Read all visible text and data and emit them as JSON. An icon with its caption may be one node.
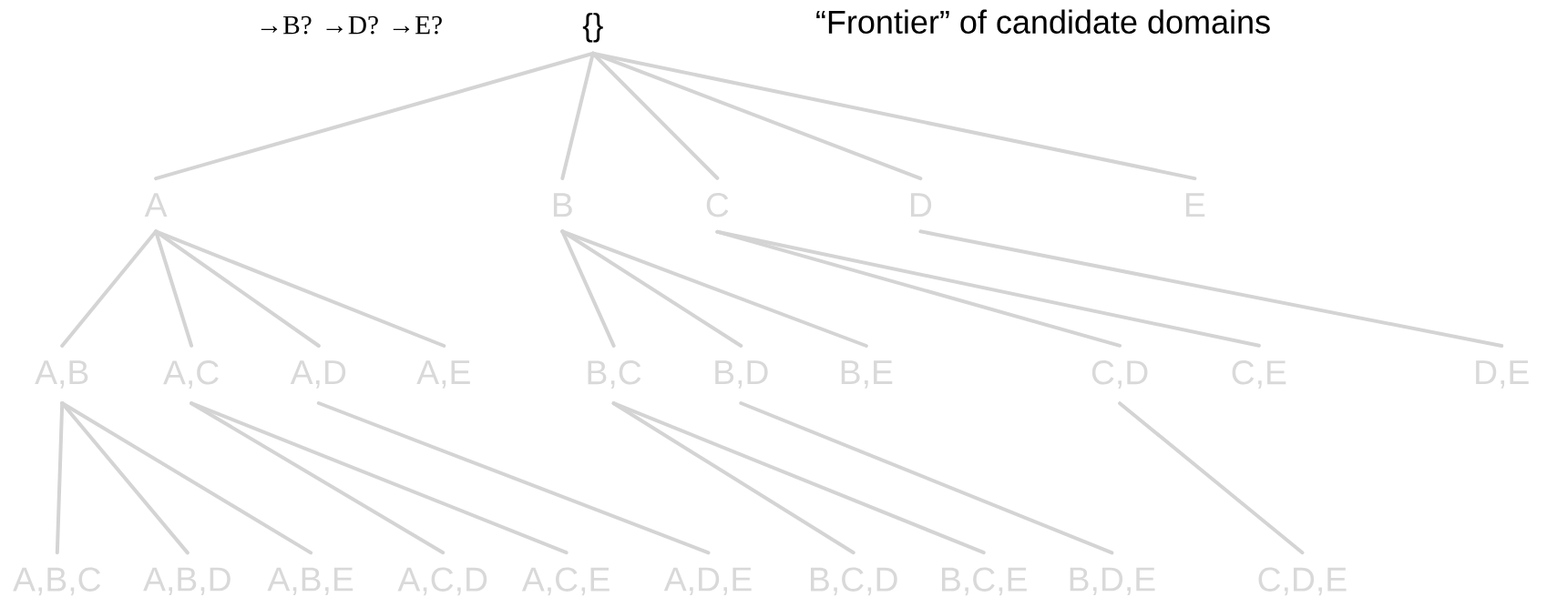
{
  "diagram": {
    "nodes": [
      {
        "text": [
          "{}"
        ]
      },
      {
        "text": [
          "A"
        ]
      },
      {
        "text": [
          "B"
        ]
      },
      {
        "text": [
          "C"
        ]
      },
      {
        "text": [
          "D"
        ]
      },
      {
        "text": [
          "E"
        ]
      },
      {
        "text": [
          "A,B"
        ]
      },
      {
        "text": [
          "A,C"
        ]
      },
      {
        "text": [
          "A,D"
        ]
      },
      {
        "text": [
          "A,E"
        ]
      },
      {
        "text": [
          "B,C"
        ]
      },
      {
        "text": [
          "B,D"
        ]
      },
      {
        "text": [
          "B,E"
        ]
      },
      {
        "text": [
          "C,D"
        ]
      },
      {
        "text": [
          "C,E"
        ]
      },
      {
        "text": [
          "D,E"
        ]
      },
      {
        "text": [
          "A,B,C"
        ]
      },
      {
        "text": [
          "A,B,D"
        ]
      },
      {
        "text": [
          "A,B,E"
        ]
      },
      {
        "text": [
          "A,C,D"
        ]
      },
      {
        "text": [
          "A,C,E"
        ]
      },
      {
        "text": [
          "A,D,E"
        ]
      },
      {
        "text": [
          "B,C,D"
        ]
      },
      {
        "text": [
          "B,C,E"
        ]
      },
      {
        "text": [
          "B,D,E"
        ]
      },
      {
        "text": [
          "C,D,E"
        ]
      }
    ],
    "edges": [
      {
        "from": 0,
        "to": 1,
        "arrow": "none"
      },
      {
        "from": 0,
        "to": 2,
        "arrow": "none"
      },
      {
        "from": 0,
        "to": 3,
        "arrow": "none"
      },
      {
        "from": 0,
        "to": 4,
        "arrow": "none"
      },
      {
        "from": 0,
        "to": 5,
        "arrow": "none"
      },
      {
        "from": 1,
        "to": 6,
        "arrow": "none"
      },
      {
        "from": 1,
        "to": 7,
        "arrow": "none"
      },
      {
        "from": 1,
        "to": 8,
        "arrow": "none"
      },
      {
        "from": 1,
        "to": 9,
        "arrow": "none"
      },
      {
        "from": 2,
        "to": 10,
        "arrow": "none"
      },
      {
        "from": 2,
        "to": 11,
        "arrow": "none"
      },
      {
        "from": 2,
        "to": 12,
        "arrow": "none"
      },
      {
        "from": 3,
        "to": 13,
        "arrow": "none"
      },
      {
        "from": 3,
        "to": 14,
        "arrow": "none"
      },
      {
        "from": 4,
        "to": 15,
        "arrow": "none"
      },
      {
        "from": 6,
        "to": 16,
        "arrow": "none"
      },
      {
        "from": 6,
        "to": 17,
        "arrow": "none"
      },
      {
        "from": 6,
        "to": 18,
        "arrow": "none"
      },
      {
        "from": 7,
        "to": 19,
        "arrow": "none"
      },
      {
        "from": 7,
        "to": 20,
        "arrow": "none"
      },
      {
        "from": 8,
        "to": 21,
        "arrow": "none"
      },
      {
        "from": 10,
        "to": 22,
        "arrow": "none"
      },
      {
        "from": 10,
        "to": 23,
        "arrow": "none"
      },
      {
        "from": 11,
        "to": 24,
        "arrow": "none"
      },
      {
        "from": 13,
        "to": 25,
        "arrow": "none"
      }
    ],
    "labels": [
      "“Frontier” of candidate domains",
      "→B? →D? →E?"
    ]
  }
}
